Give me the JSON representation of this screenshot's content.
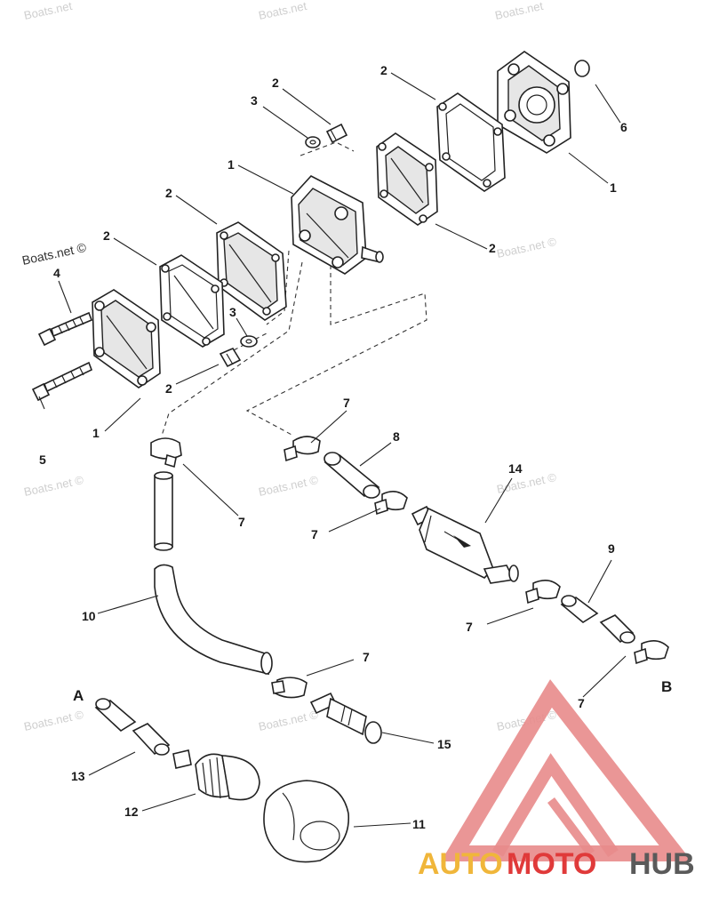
{
  "watermarks": [
    "Boats.net",
    "Boats.net ©"
  ],
  "callouts": {
    "n1": "1",
    "n2": "2",
    "n3": "3",
    "n4": "4",
    "n5": "5",
    "n6": "6",
    "n7": "7",
    "n8": "8",
    "n9": "9",
    "n10": "10",
    "n11": "11",
    "n12": "12",
    "n13": "13",
    "n14": "14",
    "n15": "15",
    "A": "A",
    "B": "B"
  },
  "brand": {
    "part1": "AUTO",
    "part2": "MOTO",
    "part3": "HUB",
    "colors": {
      "auto": "#f0b63a",
      "moto": "#e03a3a",
      "hub": "#5a5a5a",
      "logo": "#e88b8b"
    }
  }
}
